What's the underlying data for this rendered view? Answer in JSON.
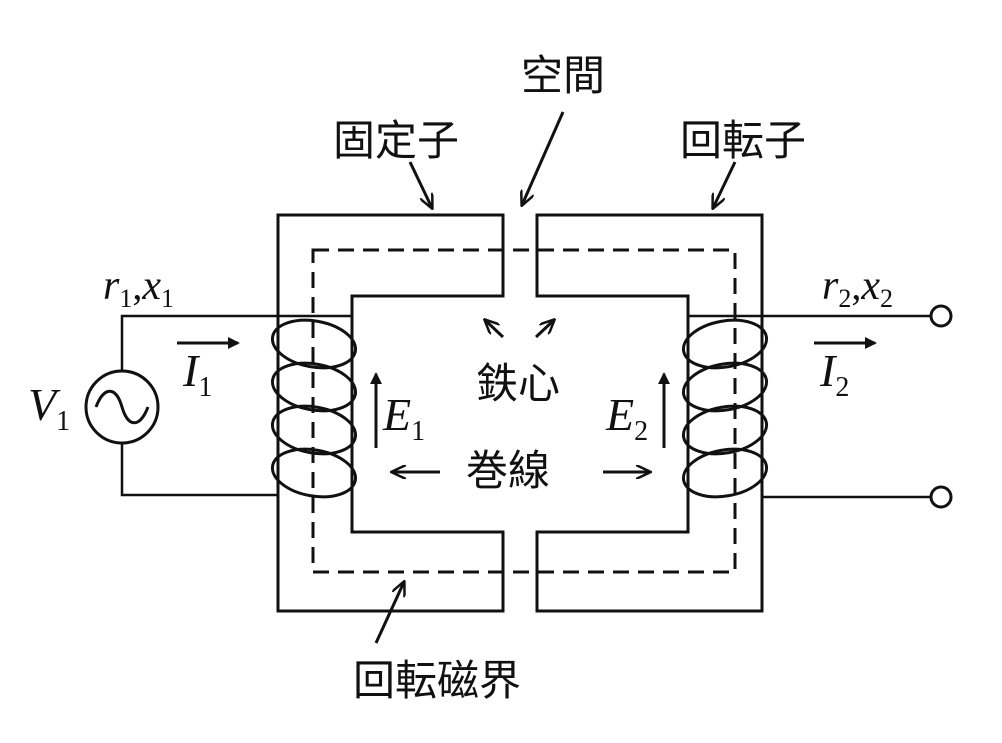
{
  "labels": {
    "gap": "空間",
    "stator": "固定子",
    "rotor": "回転子",
    "core": "鉄心",
    "winding": "巻線",
    "rotating_field": "回転磁界"
  },
  "primary": {
    "impedance": {
      "r": "r",
      "r_sub": "1",
      "comma": ",",
      "x": "x",
      "x_sub": "1"
    },
    "voltage": {
      "symbol": "V",
      "sub": "1"
    },
    "current": {
      "symbol": "I",
      "sub": "1"
    },
    "emf": {
      "symbol": "E",
      "sub": "1"
    }
  },
  "secondary": {
    "impedance": {
      "r": "r",
      "r_sub": "2",
      "comma": ",",
      "x": "x",
      "x_sub": "2"
    },
    "current": {
      "symbol": "I",
      "sub": "2"
    },
    "emf": {
      "symbol": "E",
      "sub": "2"
    }
  }
}
